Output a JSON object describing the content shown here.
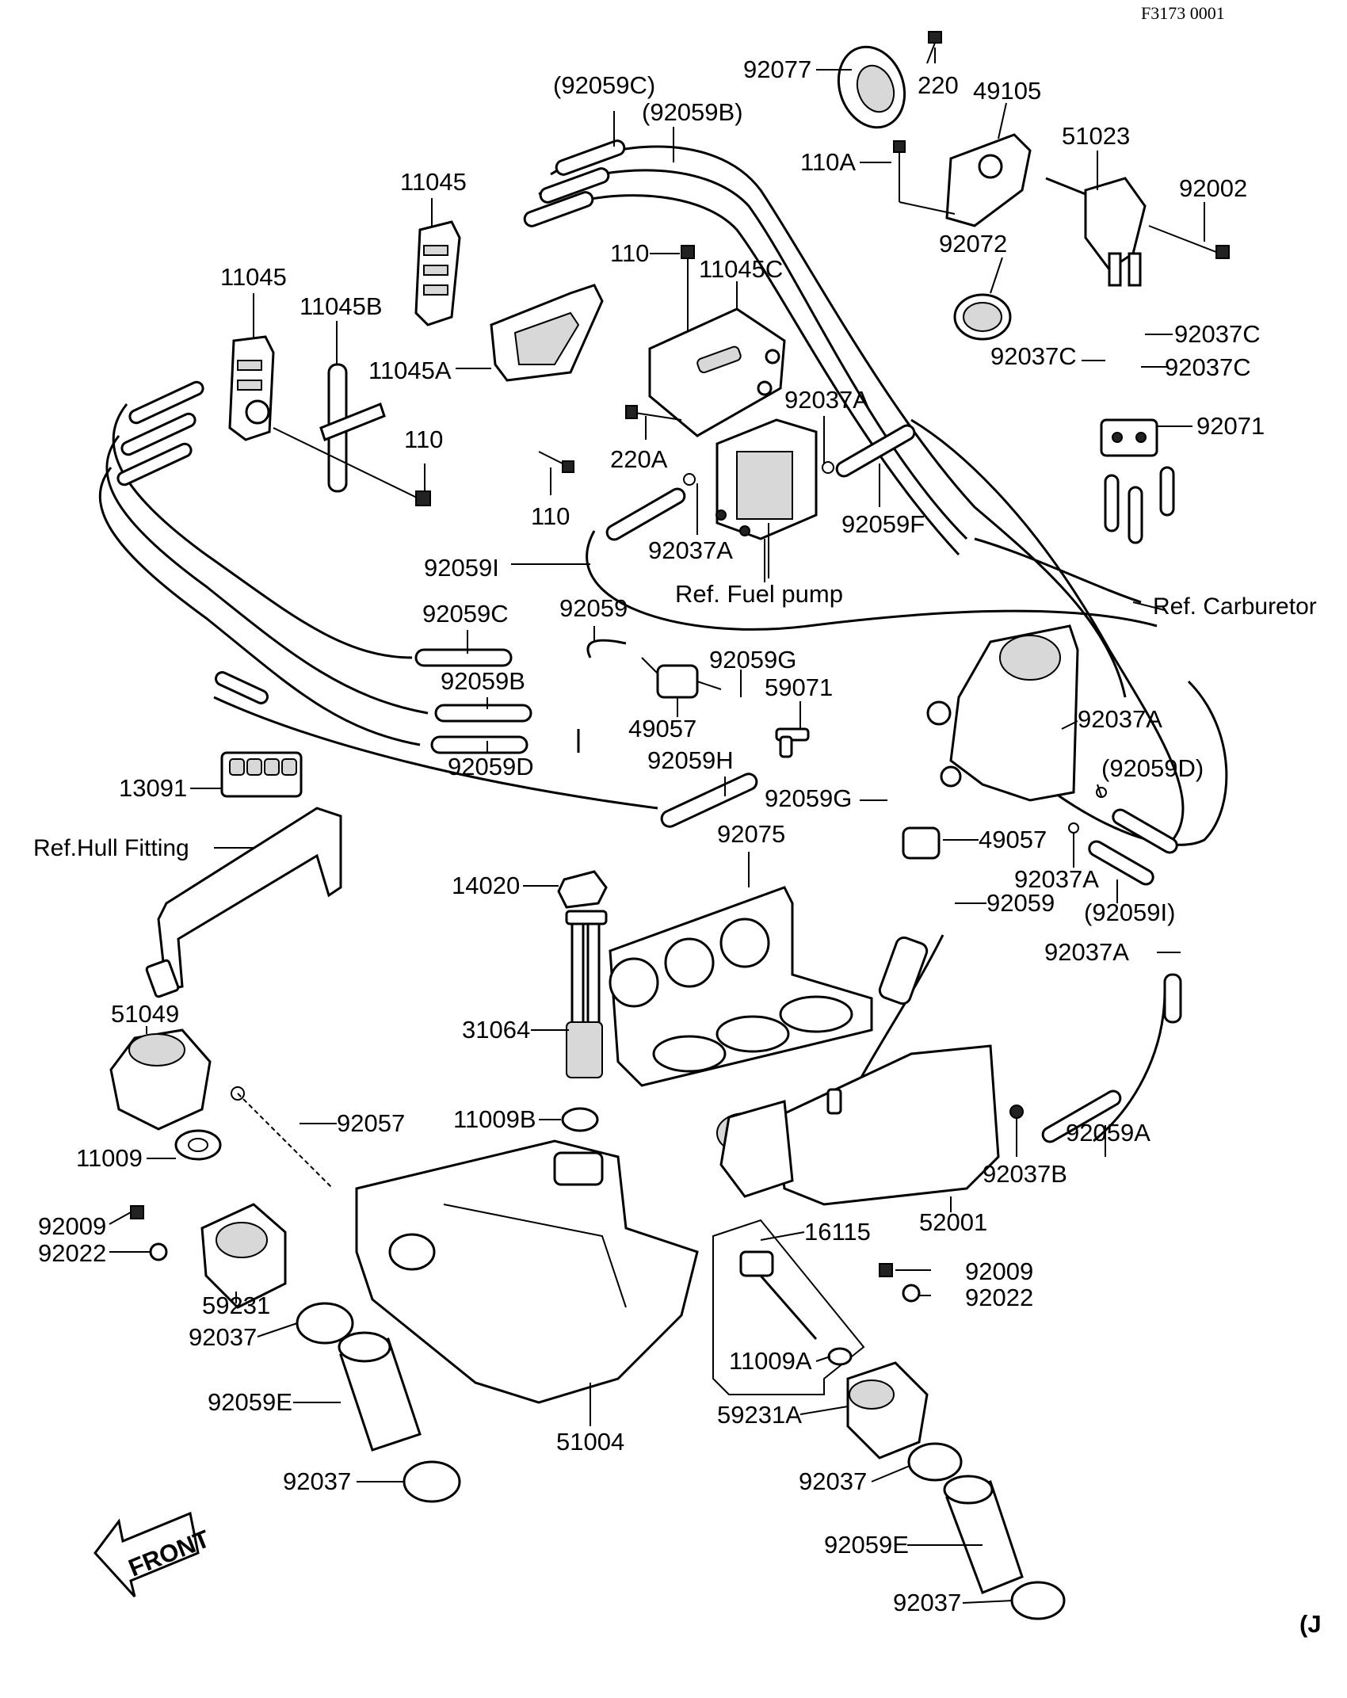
{
  "drawing_id": "F3173 0001",
  "labels": {
    "p92077": "92077",
    "p220_top": "220",
    "p49105": "49105",
    "p92059C_paren": "(92059C)",
    "p92059B_paren": "(92059B)",
    "p110A": "110A",
    "p51023": "51023",
    "p92002": "92002",
    "p11045_top": "11045",
    "p110_top": "110",
    "p11045C": "11045C",
    "p92072": "92072",
    "p11045_left": "11045",
    "p11045B": "11045B",
    "p92037C_a": "92037C",
    "p92037C_b": "92037C",
    "p92037C_c": "92037C",
    "p11045A": "11045A",
    "p92037A_a": "92037A",
    "p92071": "92071",
    "p110_mid": "110",
    "p220A": "220A",
    "p110_low": "110",
    "p92059F": "92059F",
    "p92037A_b": "92037A",
    "p92059I": "92059I",
    "ref_fuel_pump": "Ref. Fuel pump",
    "ref_carburetor": "Ref. Carburetor",
    "p92059C": "92059C",
    "p92059": "92059",
    "p92059G_a": "92059G",
    "p59071": "59071",
    "p92059B": "92059B",
    "p49057_a": "49057",
    "p92037A_c": "92037A",
    "p92059D": "92059D",
    "p92059H": "92059H",
    "p92059D_paren": "(92059D)",
    "p13091": "13091",
    "p92059G_b": "92059G",
    "ref_hull_fitting": "Ref.Hull Fitting",
    "p92075": "92075",
    "p49057_b": "49057",
    "p92037A_d": "92037A",
    "p14020": "14020",
    "p92059_b": "92059",
    "p92059I_paren": "(92059I)",
    "p92037A_e": "92037A",
    "p51049": "51049",
    "p31064": "31064",
    "p11009B": "11009B",
    "p92057": "92057",
    "p92059A": "92059A",
    "p11009": "11009",
    "p92037B": "92037B",
    "p92009_a": "92009",
    "p52001": "52001",
    "p92022_a": "92022",
    "p16115": "16115",
    "p59231": "59231",
    "p92009_b": "92009",
    "p92022_b": "92022",
    "p92037_a": "92037",
    "p11009A": "11009A",
    "p92059E_a": "92059E",
    "p59231A": "59231A",
    "p51004": "51004",
    "p92037_b": "92037",
    "p92037_c": "92037",
    "p92059E_b": "92059E",
    "p92037_d": "92037",
    "front_arrow": "FRONT",
    "corner_mark": "(J"
  }
}
